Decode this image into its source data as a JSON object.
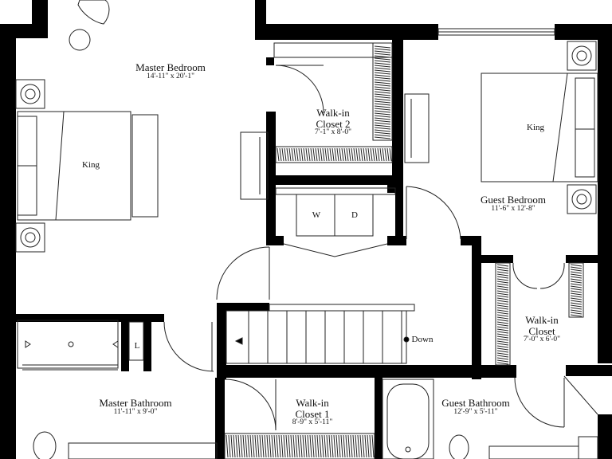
{
  "rooms": {
    "master_bedroom": {
      "name": "Master Bedroom",
      "dims": "14'-11\" x 20'-1\""
    },
    "walkin_closet_2": {
      "name_line1": "Walk-in",
      "name_line2": "Closet 2",
      "dims": "7'-1\" x 8'-0\""
    },
    "guest_bedroom": {
      "name": "Guest Bedroom",
      "dims": "11'-6\" x 12'-8\""
    },
    "walkin_closet": {
      "name_line1": "Walk-in",
      "name_line2": "Closet",
      "dims": "7'-0\" x 6'-0\""
    },
    "master_bathroom": {
      "name": "Master Bathroom",
      "dims": "11'-11\" x 9'-0\""
    },
    "walkin_closet_1": {
      "name_line1": "Walk-in",
      "name_line2": "Closet 1",
      "dims": "8'-9\" x 5'-11\""
    },
    "guest_bathroom": {
      "name": "Guest Bathroom",
      "dims": "12'-9\" x 5'-11\""
    }
  },
  "fixtures": {
    "master_bed": "King",
    "guest_bed": "King",
    "washer": "W",
    "dryer": "D",
    "linen": "L",
    "stairs": "Down"
  },
  "colors": {
    "wall": "#000000",
    "line": "#222222",
    "background": "#ffffff"
  }
}
